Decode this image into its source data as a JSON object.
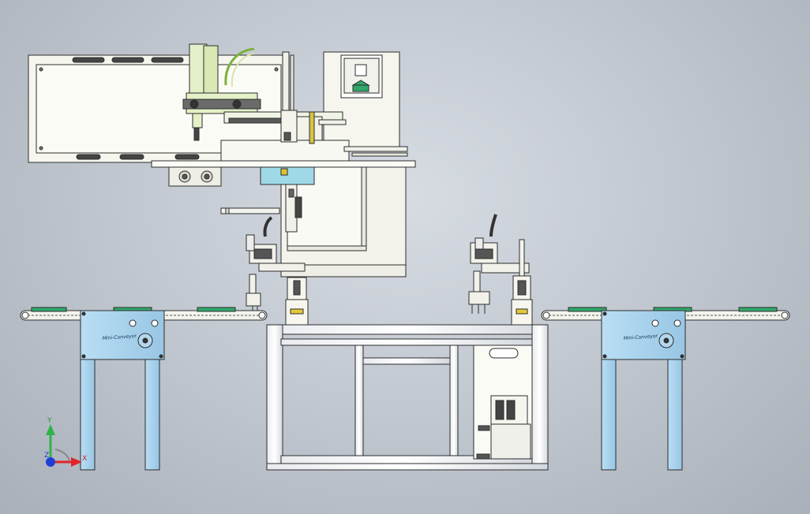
{
  "scene": {
    "type": "cad-assembly-front-view",
    "background": {
      "light": "#d7dce3",
      "dark": "#a9b0b9"
    },
    "colors": {
      "conveyor_blue": "#a9d4ee",
      "conveyor_outline": "#3c4a55",
      "machine_cream": "#f6f6ef",
      "machine_panel": "#eceee6",
      "robot_green": "#e4f0c8",
      "belt_green": "#2fa86a",
      "robot_dark": "#4a4a4a",
      "part_cyan": "#9fd8e6",
      "stroke": "#2d2d2d"
    },
    "conveyor_left_label": "Mini-Conveyor",
    "conveyor_right_label": "Mini-Conveyor"
  },
  "triad": {
    "x_label": "X",
    "y_label": "Y",
    "z_label": "Z",
    "x_color": "#e0242b",
    "y_color": "#2fb34a",
    "z_color": "#1e3fd6"
  }
}
